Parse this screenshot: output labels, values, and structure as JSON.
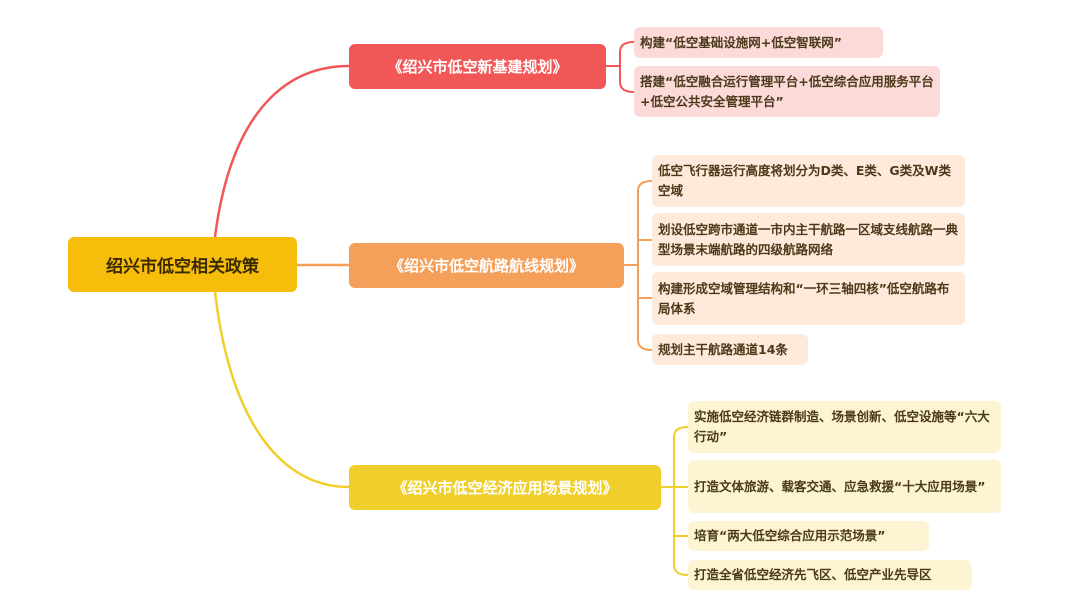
{
  "root": "绍兴市低空相关政策",
  "branches": [
    {
      "title": "《绍兴市低空新基建规划》",
      "color": "#f25757",
      "items": [
        "构建“低空基础设施网+低空智联网”",
        "搭建“低空融合运行管理平台+低空综合应用服务平台+低空公共安全管理平台”"
      ]
    },
    {
      "title": "《绍兴市低空航路航线规划》",
      "color": "#f5a05a",
      "items": [
        "低空飞行器运行高度将划分为D类、E类、G类及W类空域",
        "划设低空跨市通道一市内主干航路一区域支线航路一典型场景末端航路的四级航路网络",
        "构建形成空域管理结构和“一环三轴四核”低空航路布局体系",
        "规划主干航路通道14条"
      ]
    },
    {
      "title": "《绍兴市低空经济应用场景规划》",
      "color": "#f0cf2d",
      "items": [
        "实施低空经济链群制造、场景创新、低空设施等“六大行动”",
        "打造文体旅游、载客交通、应急救援“十大应用场景”",
        "培育“两大低空综合应用示范场景”",
        "打造全省低空经济先飞区、低空产业先导区"
      ]
    }
  ]
}
